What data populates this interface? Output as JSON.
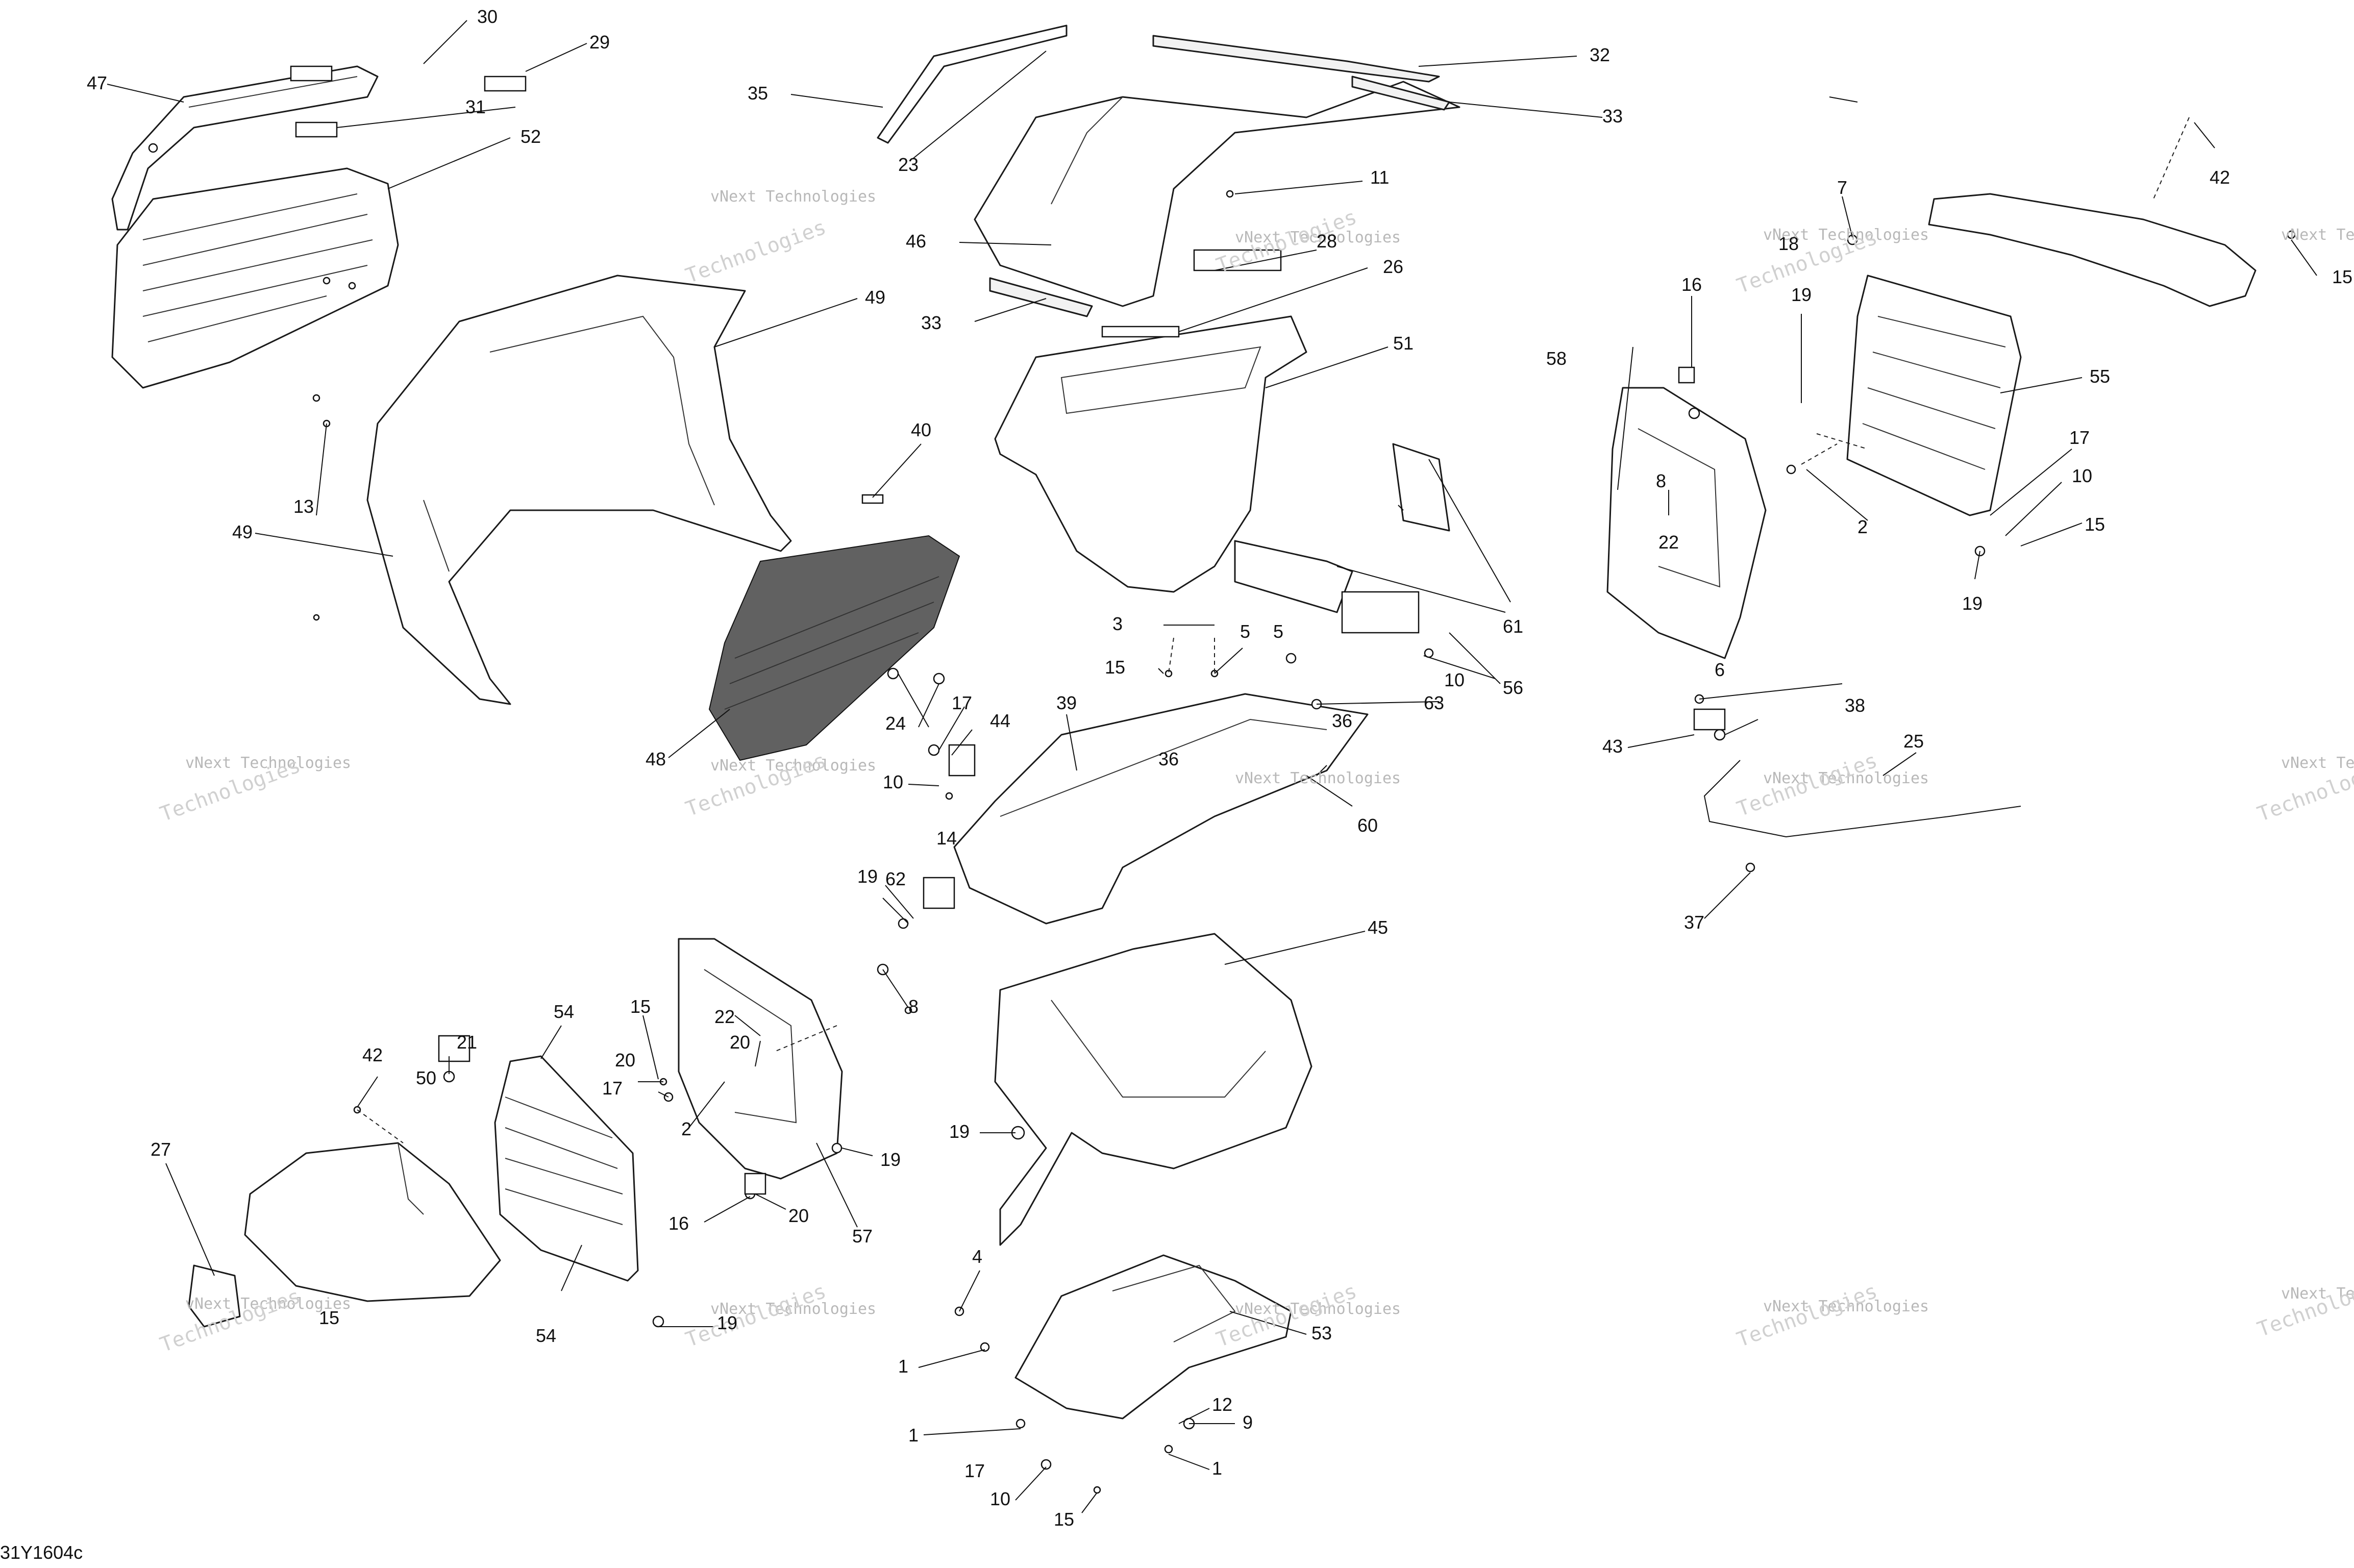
{
  "diagram": {
    "code": "31Y1604c",
    "watermark_line1": "vNext Technologies",
    "watermark_line2": "Technologies",
    "callouts": [
      "1",
      "2",
      "3",
      "4",
      "5",
      "6",
      "7",
      "8",
      "9",
      "10",
      "11",
      "12",
      "13",
      "14",
      "15",
      "16",
      "17",
      "18",
      "19",
      "20",
      "21",
      "22",
      "23",
      "24",
      "25",
      "26",
      "27",
      "28",
      "29",
      "30",
      "31",
      "32",
      "33",
      "35",
      "36",
      "37",
      "38",
      "39",
      "40",
      "42",
      "43",
      "44",
      "45",
      "46",
      "47",
      "48",
      "49",
      "50",
      "51",
      "52",
      "53",
      "54",
      "55",
      "56",
      "57",
      "58",
      "60",
      "61",
      "62",
      "63"
    ]
  }
}
